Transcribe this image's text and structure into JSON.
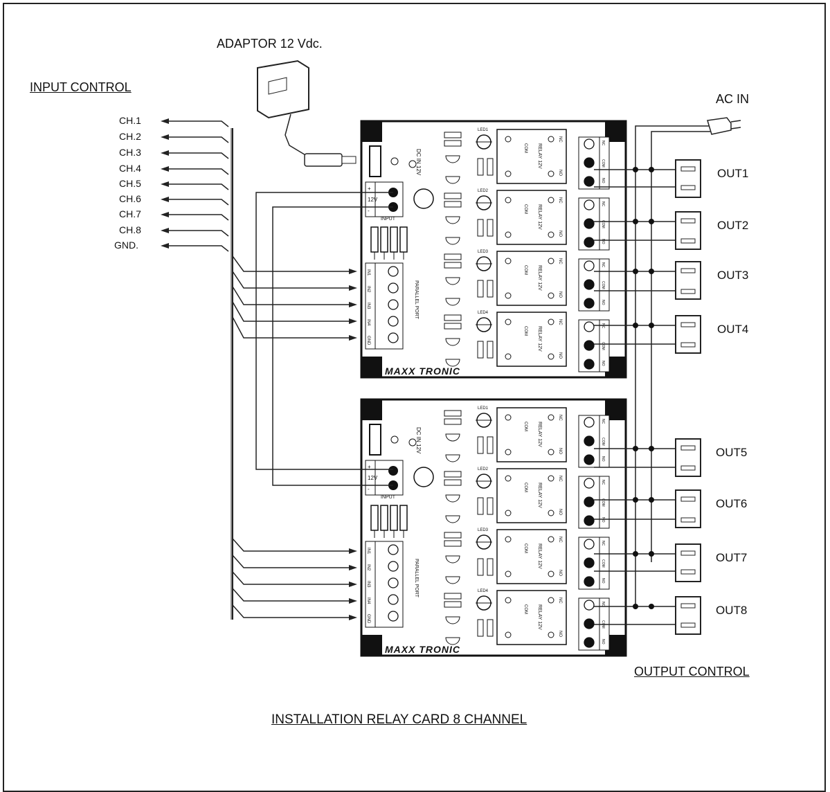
{
  "labels": {
    "adaptor": "ADAPTOR 12 Vdc.",
    "input_control": "INPUT CONTROL",
    "ac_in": "AC IN",
    "output_control": "OUTPUT CONTROL",
    "caption": "INSTALLATION RELAY CARD 8 CHANNEL"
  },
  "channels": [
    "CH.1",
    "CH.2",
    "CH.3",
    "CH.4",
    "CH.5",
    "CH.6",
    "CH.7",
    "CH.8",
    "GND."
  ],
  "outputs": [
    "OUT1",
    "OUT2",
    "OUT3",
    "OUT4",
    "OUT5",
    "OUT6",
    "OUT7",
    "OUT8"
  ],
  "board": {
    "brand": "MAXX TRONIC",
    "relay_text": "RELAY 12V",
    "relay_com": "COM",
    "relay_nc": "NC",
    "relay_no": "NO",
    "port_label": "PARALLEL PORT",
    "input_label": "INPUT",
    "dc_label": "DC IN 12V",
    "port_pins": [
      "IN1",
      "IN2",
      "IN3",
      "IN4",
      "GND"
    ],
    "led_labels": [
      "LED1",
      "LED2",
      "LED3",
      "LED4"
    ],
    "terminal_labels": [
      "NC",
      "COM",
      "NO"
    ],
    "supply_labels": [
      "+",
      "12V",
      "-"
    ]
  }
}
